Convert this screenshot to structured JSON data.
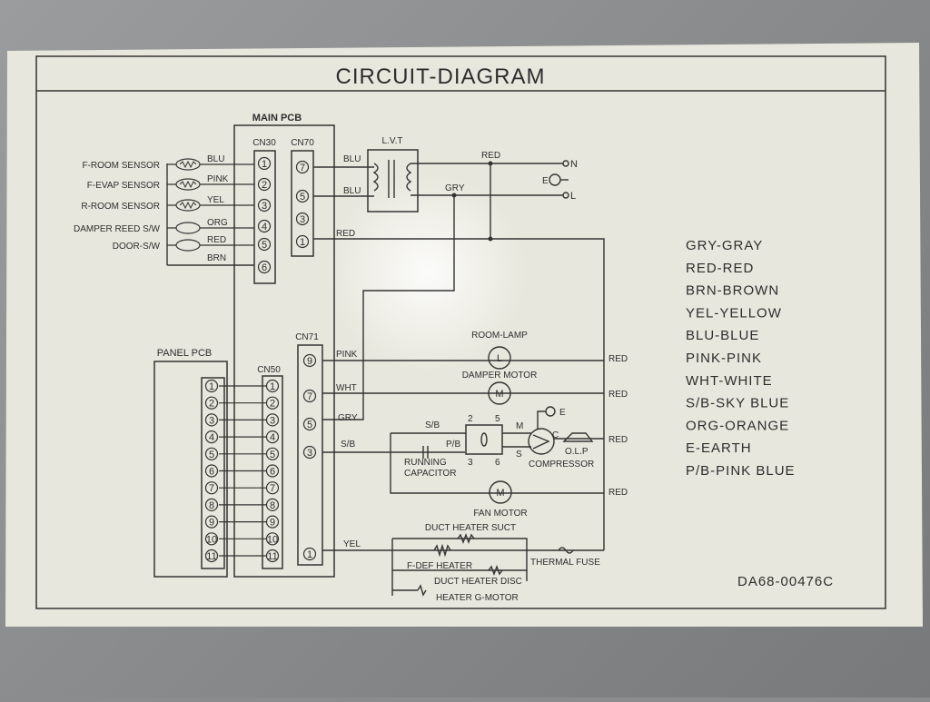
{
  "title": "CIRCUIT-DIAGRAM",
  "part_number": "DA68-00476C",
  "main_pcb": {
    "label": "MAIN PCB",
    "cn30": {
      "label": "CN30",
      "pins": [
        "1",
        "2",
        "3",
        "4",
        "5",
        "6"
      ]
    },
    "cn70": {
      "label": "CN70",
      "pins": [
        "7",
        "5",
        "3",
        "1"
      ]
    },
    "cn71": {
      "label": "CN71",
      "pins": [
        "9",
        "7",
        "5",
        "3",
        "1"
      ]
    }
  },
  "panel_pcb": {
    "label": "PANEL PCB",
    "left_pins": [
      "1",
      "2",
      "3",
      "4",
      "5",
      "6",
      "7",
      "8",
      "9",
      "10",
      "11"
    ],
    "cn50": {
      "label": "CN50",
      "pins": [
        "1",
        "2",
        "3",
        "4",
        "5",
        "6",
        "7",
        "8",
        "9",
        "10",
        "11"
      ]
    }
  },
  "sensors": [
    {
      "name": "F-ROOM SENSOR",
      "wire": "BLU"
    },
    {
      "name": "F-EVAP SENSOR",
      "wire": "PINK"
    },
    {
      "name": "R-ROOM SENSOR",
      "wire": "YEL"
    },
    {
      "name": "DAMPER REED S/W",
      "wire": "ORG"
    },
    {
      "name": "DOOR-S/W",
      "wire": "RED"
    },
    {
      "name": "",
      "wire": "BRN"
    }
  ],
  "transformer": {
    "label": "L.V.T",
    "wire_in_1": "BLU",
    "wire_in_2": "BLU",
    "wire_out_red": "RED",
    "wire_out_gry": "GRY",
    "cn70_red": "RED"
  },
  "power": {
    "neutral": "N",
    "line": "L",
    "earth": "E"
  },
  "loads": {
    "pink": "PINK",
    "wht": "WHT",
    "gry": "GRY",
    "sb": "S/B",
    "yel": "YEL",
    "room_lamp": "ROOM-LAMP",
    "lamp_symbol": "L",
    "damper_motor": "DAMPER MOTOR",
    "motor_symbol": "M",
    "fan_motor": "FAN MOTOR",
    "red_labels": [
      "RED",
      "RED",
      "RED",
      "RED"
    ],
    "relay_sb": "S/B",
    "relay_pb": "P/B",
    "relay_pins": [
      "2",
      "5",
      "3",
      "6"
    ],
    "running_capacitor": "RUNNING CAPACITOR",
    "compressor": "COMPRESSOR",
    "comp_m": "M",
    "comp_s": "S",
    "comp_c": "C",
    "comp_e": "E",
    "olp": "O.L.P",
    "duct_heater_suct": "DUCT HEATER SUCT",
    "f_def_heater": "F-DEF HEATER",
    "duct_heater_disc": "DUCT HEATER DISC",
    "heater_g_motor": "HEATER G-MOTOR",
    "thermal_fuse": "THERMAL FUSE"
  },
  "legend": [
    "GRY-GRAY",
    "RED-RED",
    "BRN-BROWN",
    "YEL-YELLOW",
    "BLU-BLUE",
    "PINK-PINK",
    "WHT-WHITE",
    "S/B-SKY BLUE",
    "ORG-ORANGE",
    "E-EARTH",
    "P/B-PINK BLUE"
  ]
}
